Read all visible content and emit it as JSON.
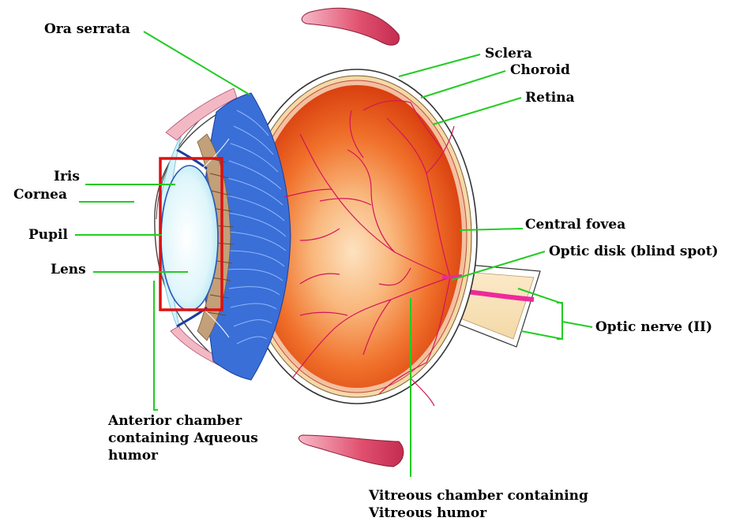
{
  "labels": {
    "ora_serrata": "Ora serrata",
    "sclera": "Sclera",
    "choroid": "Choroid",
    "retina": "Retina",
    "iris": "Iris",
    "cornea": "Cornea",
    "pupil": "Pupil",
    "lens": "Lens",
    "central_fovea": "Central fovea",
    "optic_disk": "Optic disk (blind spot)",
    "optic_nerve": "Optic nerve (II)",
    "anterior_chamber": [
      "Anterior chamber",
      "containing Aqueous",
      "humor"
    ],
    "vitreous_chamber": [
      "Vitreous chamber containing",
      "Vitreous humor"
    ]
  },
  "colors": {
    "leader_line": "#22cc22",
    "highlight_box": "#dd1111",
    "vitreous_body": "#e8501a",
    "iris_blue": "#3a6fd8",
    "lens": "#dff6fb",
    "blood_vessel": "#d4145a",
    "muscle": "#e0506e"
  }
}
